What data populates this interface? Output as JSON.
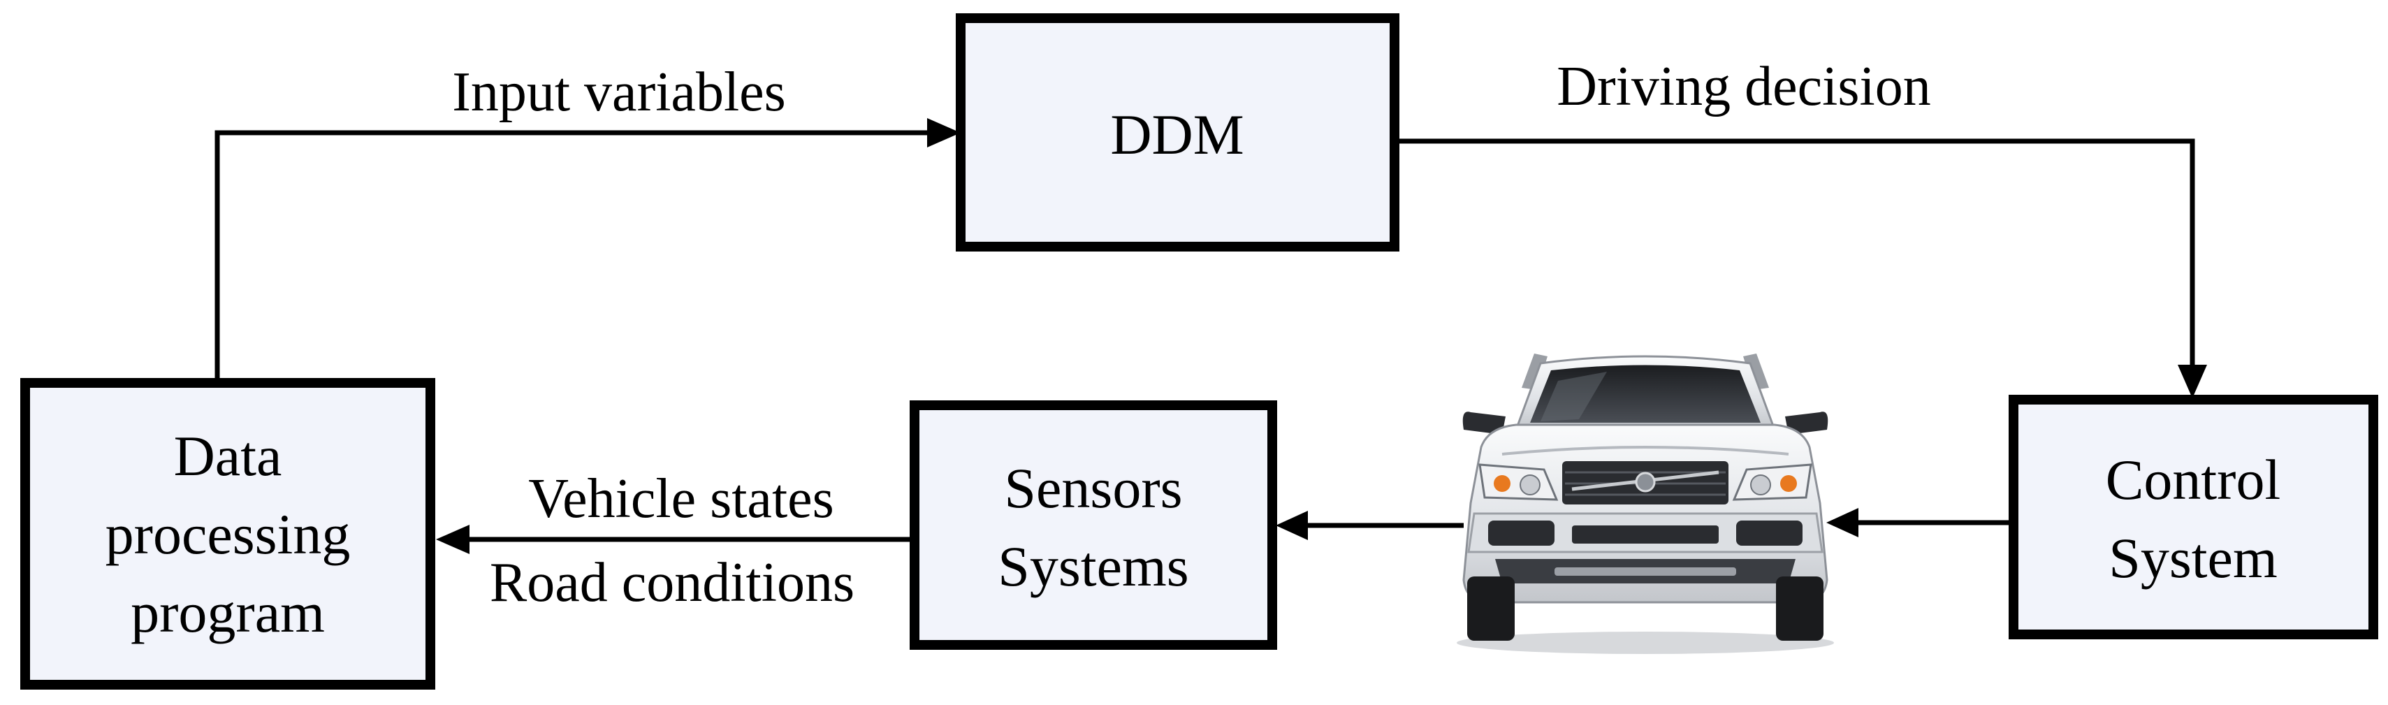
{
  "nodes": {
    "ddm": {
      "lines": [
        "DDM"
      ]
    },
    "data_processing": {
      "lines": [
        "Data",
        "processing",
        "program"
      ]
    },
    "sensors": {
      "lines": [
        "Sensors",
        "Systems"
      ]
    },
    "control": {
      "lines": [
        "Control",
        "System"
      ]
    },
    "vehicle": {
      "icon": "car-icon"
    }
  },
  "edges": {
    "input_variables": "Input variables",
    "driving_decision": "Driving decision",
    "vehicle_states": "Vehicle states",
    "road_conditions": "Road conditions"
  },
  "colors": {
    "box_fill": "#f2f4fb",
    "stroke": "#000000",
    "car_body": "#e9eaec",
    "car_dark": "#2a2c30",
    "indicator": "#e8791f"
  }
}
